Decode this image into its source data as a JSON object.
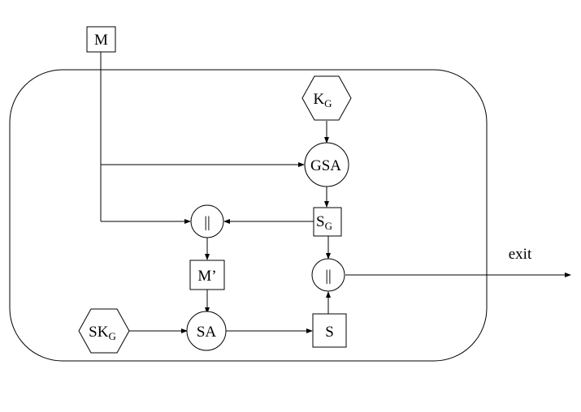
{
  "diagram": {
    "nodes": {
      "m": {
        "label": "M"
      },
      "kg": {
        "label": "K",
        "sub": "G"
      },
      "gsa": {
        "label": "GSA"
      },
      "sg": {
        "label": "S",
        "sub": "G"
      },
      "concat1": {
        "label": "||"
      },
      "mprime": {
        "label": "M’"
      },
      "skg": {
        "label": "SK",
        "sub": "G"
      },
      "sa": {
        "label": "SA"
      },
      "s": {
        "label": "S"
      },
      "concat2": {
        "label": "||"
      },
      "exit": {
        "label": "exit"
      }
    },
    "edges": [
      {
        "from": "m",
        "to": "gsa"
      },
      {
        "from": "m",
        "to": "concat1"
      },
      {
        "from": "kg",
        "to": "gsa"
      },
      {
        "from": "gsa",
        "to": "sg"
      },
      {
        "from": "sg",
        "to": "concat1"
      },
      {
        "from": "sg",
        "to": "concat2"
      },
      {
        "from": "concat1",
        "to": "mprime"
      },
      {
        "from": "mprime",
        "to": "sa"
      },
      {
        "from": "skg",
        "to": "sa"
      },
      {
        "from": "sa",
        "to": "s"
      },
      {
        "from": "s",
        "to": "concat2"
      },
      {
        "from": "concat2",
        "to": "exit"
      }
    ]
  }
}
